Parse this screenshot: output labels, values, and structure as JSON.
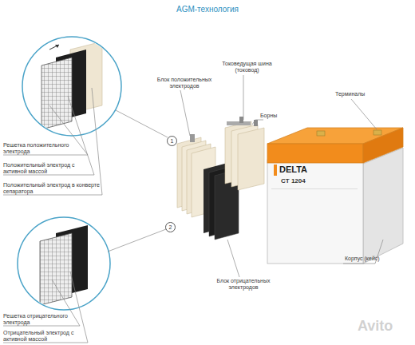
{
  "diagram": {
    "title": "AGM-технология",
    "nodes": [
      {
        "text": [
          "1"
        ]
      },
      {
        "text": [
          "2"
        ]
      }
    ],
    "labels": [
      "Токоведущая шина (токовод)",
      "Блок положительных электродов",
      "Борны",
      "Терминалы",
      "Решетка положительного электрода",
      "Положительный электрод с активной массой",
      "Положительный электрод в конверте сепаратора",
      "DELTA",
      "CT 1204",
      "Корпус (кейс)",
      "Блок отрицательных электродов",
      "Решетка отрицательного электрода",
      "Отрицательный электрод с активной массой",
      "Avito"
    ]
  }
}
